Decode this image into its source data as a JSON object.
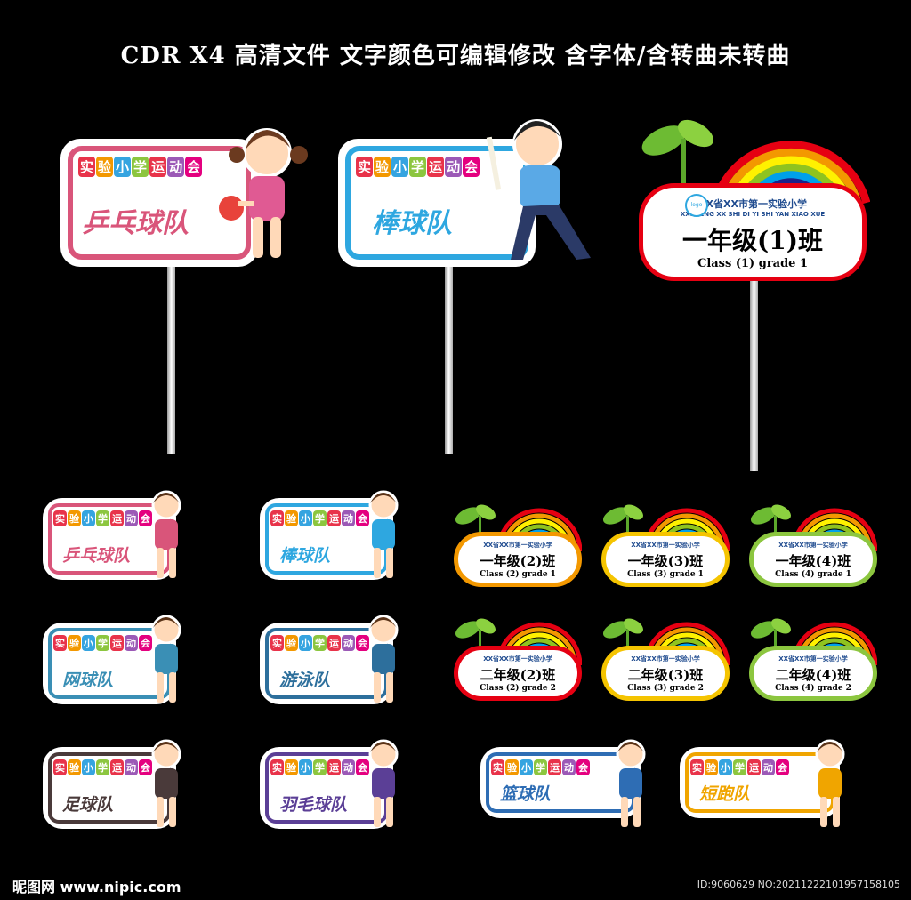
{
  "header": "CDR X4 高清文件 文字颜色可编辑修改 含字体/含转曲未转曲",
  "tag_chars": [
    "实",
    "验",
    "小",
    "学",
    "运",
    "动",
    "会"
  ],
  "tag_colors": [
    "#e8334a",
    "#f39800",
    "#35a4e0",
    "#8cc63f",
    "#e8334a",
    "#9b59b6",
    "#e4007f"
  ],
  "big_signs": [
    {
      "team": "乒乓球队",
      "color": "#d9557a"
    },
    {
      "team": "棒球队",
      "color": "#2ea7e0"
    }
  ],
  "big_cloud": {
    "school": "XX省XX市第一实验小学",
    "school_en": "XXSHENG XX SHI DI YI SHI YAN XIAO XUE",
    "grade": "一年级(1)班",
    "class_en": "Class (1) grade 1",
    "logo": "logo",
    "color": "#e60012"
  },
  "small_signs": [
    {
      "team": "乒乓球队",
      "color": "#d9557a"
    },
    {
      "team": "棒球队",
      "color": "#2ea7e0"
    },
    {
      "team": "网球队",
      "color": "#3a8fb5"
    },
    {
      "team": "游泳队",
      "color": "#2d6f9c"
    },
    {
      "team": "足球队",
      "color": "#4a3a3a"
    },
    {
      "team": "羽毛球队",
      "color": "#5b3f96"
    },
    {
      "team": "篮球队",
      "color": "#2e6db4"
    },
    {
      "team": "短跑队",
      "color": "#f0a500"
    }
  ],
  "small_clouds": [
    {
      "grade": "一年级(2)班",
      "class_en": "Class (2) grade 1",
      "color": "#f39800"
    },
    {
      "grade": "一年级(3)班",
      "class_en": "Class (3) grade 1",
      "color": "#f5c400"
    },
    {
      "grade": "一年级(4)班",
      "class_en": "Class (4) grade 1",
      "color": "#8cc63f"
    },
    {
      "grade": "二年级(2)班",
      "class_en": "Class (2) grade 2",
      "color": "#e60012"
    },
    {
      "grade": "二年级(3)班",
      "class_en": "Class (3) grade 2",
      "color": "#f5c400"
    },
    {
      "grade": "二年级(4)班",
      "class_en": "Class (4) grade 2",
      "color": "#8cc63f"
    }
  ],
  "footer_left": "昵图网 www.nipic.com",
  "footer_right": "ID:9060629 NO:20211222101957158105"
}
